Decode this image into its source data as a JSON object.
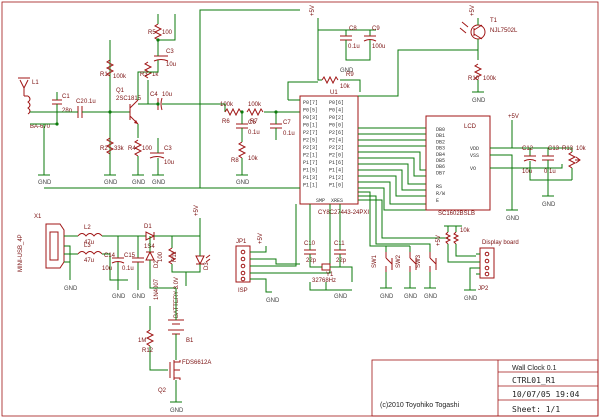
{
  "refs": {
    "L1": "L1",
    "C1": "C1",
    "C2": "C2",
    "R1": "R1",
    "R2": "R2",
    "R3": "R3",
    "R4": "R4",
    "R5": "R5",
    "C3": "C3",
    "C4": "C4",
    "C5": "C5",
    "C6": "C6",
    "C7": "C7",
    "C8": "C8",
    "C9": "C9",
    "Q1": "Q1",
    "R6": "R6",
    "R7": "R7",
    "R8": "R8",
    "R9": "R9",
    "R10": "R10",
    "U1": "U1",
    "T1": "T1",
    "LCD1": "LCD",
    "C12": "C12",
    "C13": "C13",
    "R13": "R13",
    "X1": "X1",
    "L2": "L2",
    "L3": "L3",
    "C14": "C14",
    "C15": "C15",
    "D1": "D1",
    "D2": "D2",
    "D3": "D3",
    "R11": "R11",
    "R12": "R12",
    "B1": "B1",
    "Q2": "Q2",
    "JP1": "JP1",
    "JP2": "JP2",
    "C10": "C10",
    "C11": "C11",
    "Y1": "Y1",
    "SW1": "SW1",
    "SW2": "SW2",
    "SW3": "SW3",
    "R14": "R14"
  },
  "values": {
    "L1": "BA-670",
    "C1": "28n",
    "C2": "0.1u",
    "R1": "100k",
    "R2": "33k",
    "R3": "1k",
    "R4": "100",
    "R5": "100",
    "C3": "10u",
    "C4": "10u",
    "C5": "10u",
    "C6": "0.1u",
    "C7": "0.1u",
    "C8": "0.1u",
    "C9": "100u",
    "Q1": "2SC1815",
    "R6": "100k",
    "R7": "100k",
    "R8": "10k",
    "R9": "10k",
    "R10": "100k",
    "U1": "CY8C27443-24PXI",
    "T1": "NJL7502L",
    "LCD1": "SC1602BSLB",
    "C12": "10u",
    "C13": "0.1u",
    "R13": "10k",
    "X1": "MINI-USB_4P",
    "L2": "47u",
    "L3": "47u",
    "C14": "10u",
    "C15": "0.1u",
    "D1": "1S4",
    "D2": "1N4007",
    "R11": "100",
    "R12": "1M",
    "B1": "BATTERY-3.0V",
    "Q2": "FDS6612A",
    "C10": "22p",
    "C11": "22p",
    "Y1": "32768Hz",
    "R14": "10k"
  },
  "nets": {
    "vcc": "+5V",
    "gnd": "GND",
    "ports_left": [
      "P0[7]",
      "P0[5]",
      "P0[3]",
      "P0[1]",
      "P2[7]",
      "P2[5]",
      "P2[3]",
      "P2[1]",
      "P1[7]",
      "P1[5]",
      "P1[3]",
      "P1[1]"
    ],
    "ports_right": [
      "P0[6]",
      "P0[4]",
      "P0[2]",
      "P0[0]",
      "P2[6]",
      "P2[4]",
      "P2[2]",
      "P2[0]",
      "P1[6]",
      "P1[4]",
      "P1[2]",
      "P1[0]"
    ],
    "smp": "SMP",
    "xres": "XRES",
    "lcd_pins": [
      "DB0",
      "DB1",
      "DB2",
      "DB3",
      "DB4",
      "DB5",
      "DB6",
      "DB7",
      "RS",
      "R/W",
      "E"
    ],
    "lcd_power": [
      "VDD",
      "VSS",
      "VO"
    ],
    "jp1": "ISP",
    "jp2": "Display board"
  },
  "title_block": {
    "title": "Wall Clock 0.1",
    "doc": "CTRL01_R1",
    "date": "10/07/05 19:04",
    "sheet": "Sheet: 1/1",
    "copyright": "(c)2010 Toyohiko Togashi"
  }
}
